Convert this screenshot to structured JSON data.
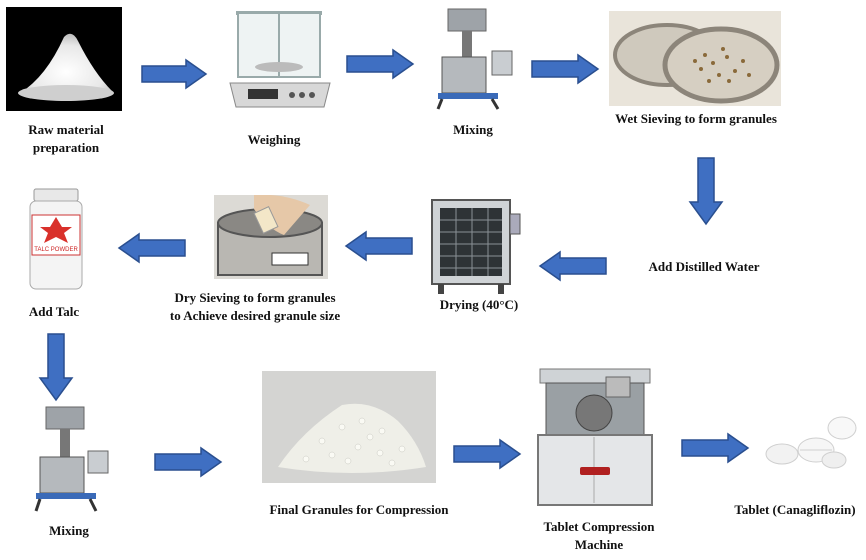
{
  "steps": [
    {
      "id": "raw",
      "label_line1": "Raw material",
      "label_line2": "preparation",
      "icon": "powder-pile-image"
    },
    {
      "id": "weighing",
      "label": "Weighing",
      "icon": "analytical-balance-image"
    },
    {
      "id": "mixing1",
      "label": "Mixing",
      "icon": "planetary-mixer-image"
    },
    {
      "id": "wetsieve",
      "label": "Wet Sieving to form granules",
      "icon": "sieve-pans-image"
    },
    {
      "id": "water",
      "label": "Add Distilled Water"
    },
    {
      "id": "drying",
      "label": "Drying (40°C)",
      "icon": "drying-oven-image"
    },
    {
      "id": "drysieve",
      "label_line1": "Dry Sieving to form granules",
      "label_line2": "to Achieve desired granule size",
      "icon": "hand-sieve-image"
    },
    {
      "id": "talc",
      "label": "Add Talc",
      "icon": "talc-powder-jar-image",
      "jar_text": "TALC POWDER"
    },
    {
      "id": "mixing2",
      "label": "Mixing",
      "icon": "planetary-mixer-image"
    },
    {
      "id": "granules",
      "label": "Final Granules for Compression",
      "icon": "granules-pile-image"
    },
    {
      "id": "press",
      "label_line1": "Tablet Compression",
      "label_line2": "Machine",
      "icon": "tablet-press-image"
    },
    {
      "id": "tablet",
      "label": "Tablet (Canagliflozin)",
      "icon": "tablets-image"
    }
  ],
  "colors": {
    "arrow_fill": "#3f6fc2",
    "arrow_stroke": "#2a4f8f",
    "text": "#111111"
  }
}
